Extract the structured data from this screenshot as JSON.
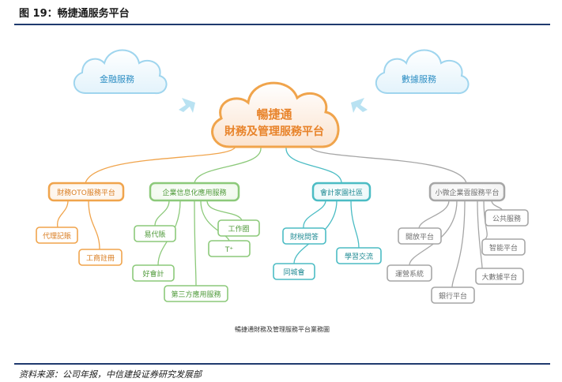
{
  "figure_title": "图 19：畅捷通服务平台",
  "source_note": "资料来源：公司年报，中信建投证券研究发展部",
  "caption": "暢捷通財務及管理服務平台業務圖",
  "center": {
    "line1": "暢捷通",
    "line2": "財務及管理服務平台"
  },
  "clouds": {
    "left": "金融服務",
    "right": "數據服務"
  },
  "categories": {
    "finance_oto": "財務OTO服務平台",
    "enterprise_app": "企業信息化應用服務",
    "accounting_community": "會計家園社區",
    "micro_cloud": "小微企業雲服務平台"
  },
  "leaves": {
    "bookkeeping_agent": "代理記賬",
    "business_registration": "工商註冊",
    "yidaizhang": "易代賬",
    "haokuaiji": "好會計",
    "gongzuoquan": "工作圈",
    "t_plus": "T⁺",
    "third_party": "第三方應用服務",
    "tax_qa": "財稅問答",
    "tongchenghui": "同城會",
    "learning": "學習交流",
    "open_platform": "開放平台",
    "operation_system": "運營系統",
    "bank_platform": "銀行平台",
    "public_service": "公共服務",
    "intelligent_platform": "智能平台",
    "bigdata_platform": "大數據平台"
  },
  "colors": {
    "orange": "#f0a44c",
    "green": "#8cc97a",
    "teal": "#4bbcc4",
    "gray": "#a6a6a6",
    "cloud_blue": "#9fd5ee",
    "navy_rule": "#1f3a6e"
  }
}
